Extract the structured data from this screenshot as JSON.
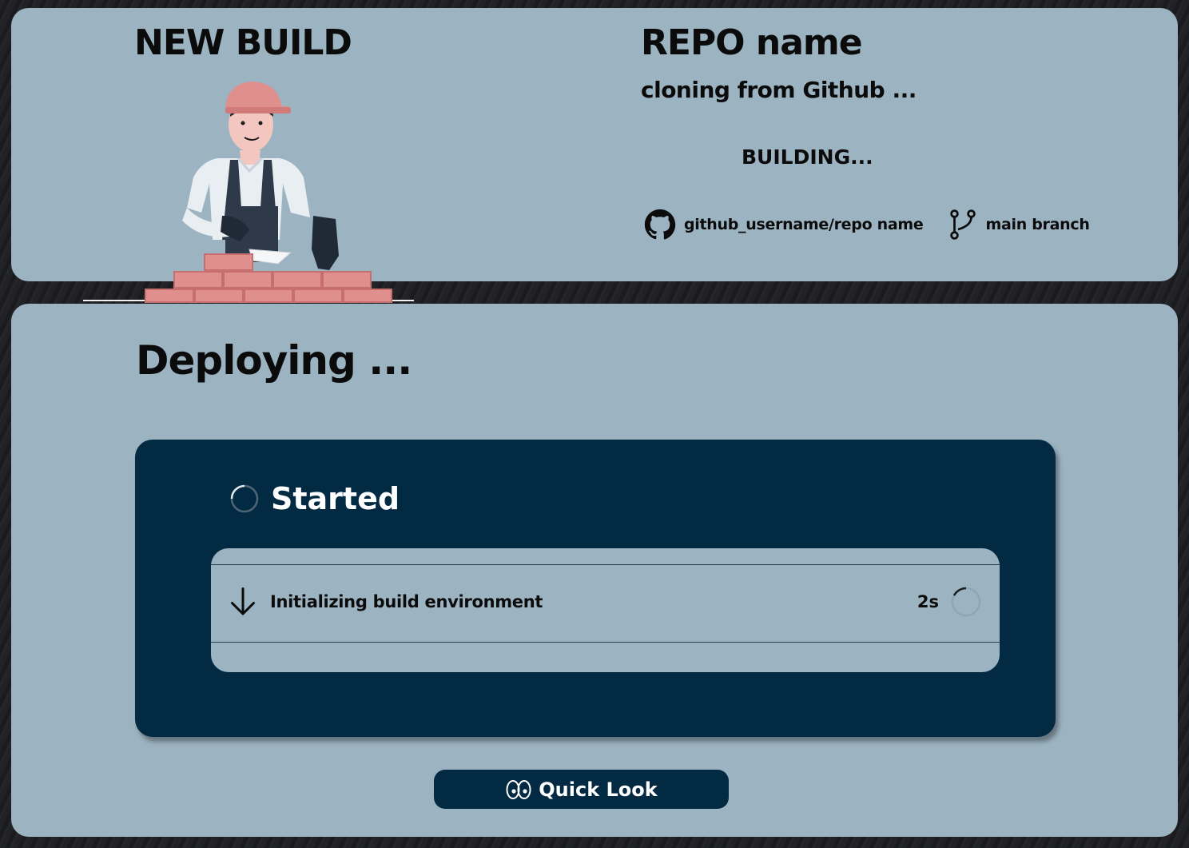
{
  "header": {
    "title": "NEW BUILD",
    "repo_name": "REPO name",
    "status_clone": "cloning from Github ...",
    "status_build": "BUILDING...",
    "repo_path": "github_username/repo name",
    "branch": "main branch",
    "github_icon": "github-icon",
    "branch_icon": "git-branch-icon"
  },
  "deploy": {
    "heading": "Deploying ...",
    "stage_label": "Started",
    "steps": [
      {
        "icon": "arrow-down-icon",
        "label": "Initializing build environment",
        "time": "2s"
      }
    ]
  },
  "actions": {
    "quick_look_icon": "eyes-icon",
    "quick_look_label": "Quick Look"
  },
  "colors": {
    "panel": "#9cb3c1",
    "card": "#032a43",
    "text": "#0b0b0b",
    "brick": "#e08f8f"
  }
}
